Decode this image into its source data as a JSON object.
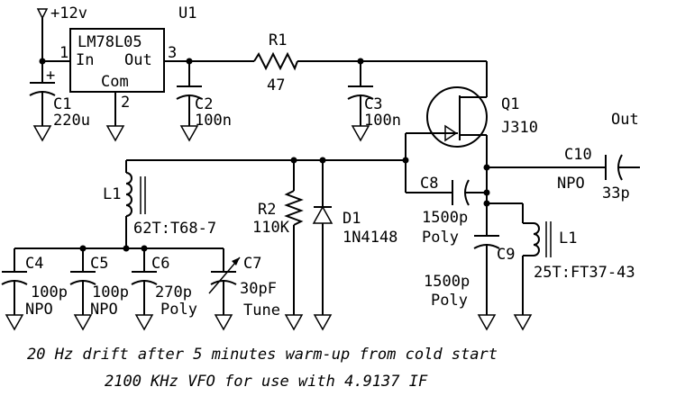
{
  "supply": "+12v",
  "u1": {
    "ref": "U1",
    "part": "LM78L05",
    "pin_in": "In",
    "pin_out": "Out",
    "pin_com": "Com",
    "pin1": "1",
    "pin2": "2",
    "pin3": "3",
    "plus": "+"
  },
  "c1": {
    "ref": "C1",
    "value": "220u"
  },
  "c2": {
    "ref": "C2",
    "value": "100n"
  },
  "r1": {
    "ref": "R1",
    "value": "47"
  },
  "c3": {
    "ref": "C3",
    "value": "100n"
  },
  "q1": {
    "ref": "Q1",
    "part": "J310"
  },
  "out": "Out",
  "c10": {
    "ref": "C10",
    "type": "NPO",
    "value": "33p"
  },
  "c8": {
    "ref": "C8",
    "value": "1500p",
    "type": "Poly"
  },
  "c9": {
    "ref": "C9",
    "value": "1500p",
    "type": "Poly"
  },
  "l1_tap": {
    "ref": "L1",
    "spec": "25T:FT37-43"
  },
  "l1_tank": {
    "ref": "L1",
    "spec": "62T:T68-7"
  },
  "r2": {
    "ref": "R2",
    "value": "110K"
  },
  "d1": {
    "ref": "D1",
    "part": "1N4148"
  },
  "c4": {
    "ref": "C4",
    "value": "100p",
    "type": "NPO"
  },
  "c5": {
    "ref": "C5",
    "value": "100p",
    "type": "NPO"
  },
  "c6": {
    "ref": "C6",
    "value": "270p",
    "type": "Poly"
  },
  "c7": {
    "ref": "C7",
    "value": "30pF",
    "type": "Tune"
  },
  "notes": {
    "line1": "20 Hz drift after 5 minutes warm-up from cold start",
    "line2": "2100 KHz VFO for use with 4.9137 IF"
  }
}
